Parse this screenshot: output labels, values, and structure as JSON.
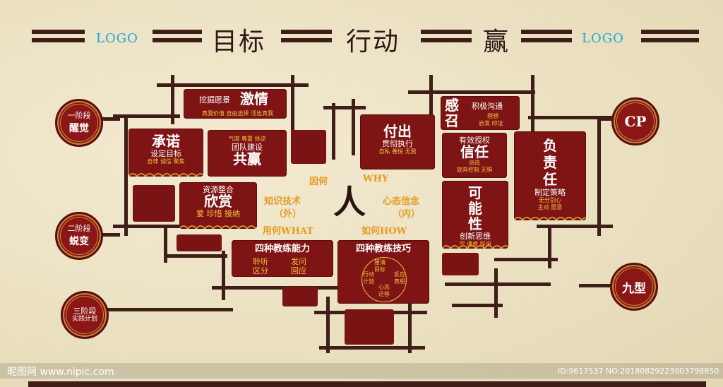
{
  "header": {
    "logo_left": "LOGO",
    "logo_right": "LOGO",
    "word1": "目标",
    "word2": "行动",
    "word3": "赢"
  },
  "circles": {
    "stage1_line1": "一阶段",
    "stage1_line2": "醒觉",
    "stage2_line1": "二阶段",
    "stage2_line2": "蜕变",
    "stage3_line1": "三阶段",
    "stage3_line2": "实践计划",
    "cp": "CP",
    "nine": "九型"
  },
  "panels": {
    "jiqing": {
      "small": "挖掘愿景",
      "big": "激情",
      "sub": "真我价值 自由选择 活出真我"
    },
    "chengnuo": {
      "big": "承诺",
      "mid": "设定目标",
      "sub": "自律 诚信 聚焦"
    },
    "gongying": {
      "top": "气度 尊重 体谅",
      "mid": "团队建设",
      "big": "共赢"
    },
    "xinshang": {
      "mid": "资源整合",
      "big": "欣赏",
      "sub": "爱 珍惜 接纳"
    },
    "fuchu": {
      "big": "付出",
      "mid": "贯彻执行",
      "sub": "自私 善悦 无我"
    },
    "ganzhao": {
      "big": "感召",
      "mid": "积极沟通",
      "sub1": "理想",
      "sub2": "启发 印证"
    },
    "xinren": {
      "mid": "有效授权",
      "big": "信任",
      "sub1": "创造",
      "sub2": "放弃控制 无惧"
    },
    "fuzeren": {
      "big": "负责任",
      "mid": "制定策略",
      "sub1": "无分别心",
      "sub2": "主动 愿意"
    },
    "kenengxing": {
      "big": "可能性",
      "mid": "创新思维",
      "sub": "空 谦虚 探询"
    },
    "nengli": {
      "title": "四种教练能力",
      "a": "聆听",
      "b": "发问",
      "c": "区分",
      "d": "回应"
    },
    "jiqiao": {
      "title": "四种教练技巧",
      "a": "厘清目标",
      "b": "行动计划",
      "c": "反应真相",
      "d": "心态迁移"
    }
  },
  "center": {
    "ren": "人",
    "yinhe": "因何",
    "why": "WHY",
    "zhishi": "知识技术",
    "wai": "（外）",
    "xintai": "心态信念",
    "nei": "（内）",
    "yonghe": "用何WHAT",
    "ruhe": "如何HOW"
  },
  "watermark": {
    "left": "昵图网 www.nipic.com",
    "right": "ID:9617537 NO:20180829223903798850"
  },
  "colors": {
    "panel": "#7e1414",
    "line": "#3f1d18",
    "gold": "#f3c23e",
    "orange": "#e69a1f",
    "logo": "#1fa6d8"
  }
}
